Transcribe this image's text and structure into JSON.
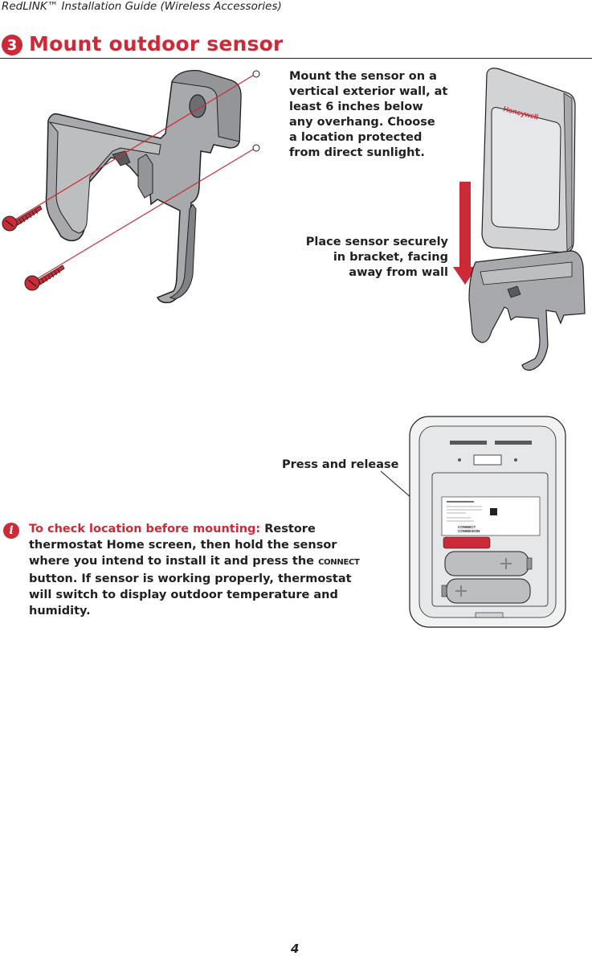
{
  "header": {
    "doc_title": "RedLINK™ Installation Guide (Wireless Accessories)"
  },
  "step": {
    "number": "3",
    "title": "Mount outdoor sensor"
  },
  "instructions": {
    "mount_lines": [
      "Mount the sensor on a",
      "vertical exterior wall, at",
      "least 6 inches below",
      "any overhang. Choose",
      "a location protected",
      "from direct sunlight."
    ],
    "place_lines": [
      "Place sensor securely",
      "in bracket, facing",
      "away from wall"
    ],
    "press_label": "Press and release"
  },
  "check": {
    "lead": "To check location before mounting:",
    "body_1": "Restore thermostat Home screen, then hold the sensor where you intend to install it and press the",
    "connect_word": "CONNECT",
    "body_2": "button. If sensor is working properly, thermostat will switch to display outdoor temperature and humidity."
  },
  "sensor_labels": {
    "brand": "Honeywell",
    "connect_line_1": "CONNECT",
    "connect_line_2": "CONNEXION"
  },
  "page_number": "4",
  "colors": {
    "accent": "#cc2a36",
    "bracket_gray": "#a7a9ac",
    "text": "#231f20"
  }
}
